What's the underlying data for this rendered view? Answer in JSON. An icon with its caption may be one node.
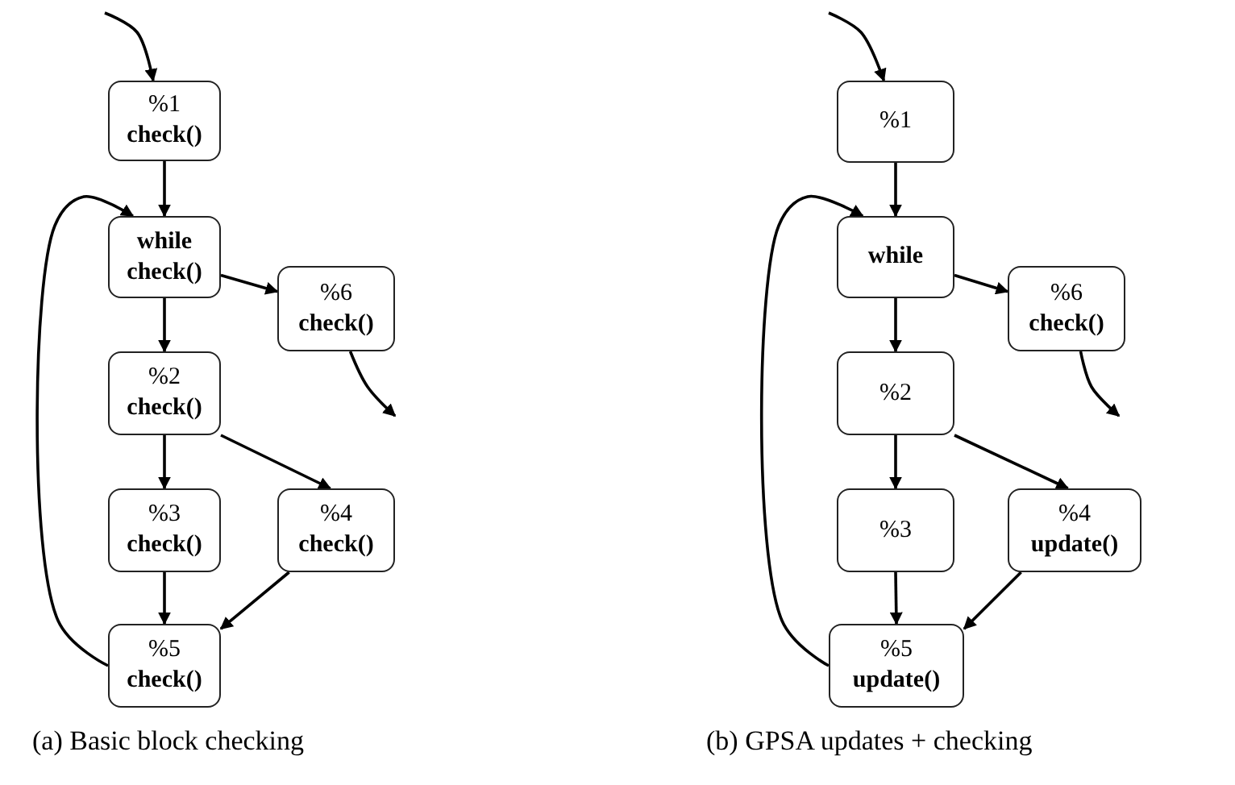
{
  "diagram": {
    "nodes": [
      {
        "text": [
          "%1 **check()**"
        ]
      },
      {
        "text": [
          "**while check()**"
        ]
      },
      {
        "text": [
          "%6 **check()**"
        ]
      },
      {
        "text": [
          "%2 **check()**"
        ]
      },
      {
        "text": [
          "%3 **check()**"
        ]
      },
      {
        "text": [
          "%4 **check()**"
        ]
      },
      {
        "text": [
          "%5 **check()**"
        ]
      },
      {
        "text": [
          "%1"
        ]
      },
      {
        "text": [
          "**while**"
        ]
      },
      {
        "text": [
          "%6 **check()**"
        ]
      },
      {
        "text": [
          "%2"
        ]
      },
      {
        "text": [
          "%3"
        ]
      },
      {
        "text": [
          "%4 **update()**"
        ]
      },
      {
        "text": [
          "%5 **update()**"
        ]
      }
    ],
    "edges": [
      {
        "from": null,
        "to": 0,
        "arrow": "to"
      },
      {
        "from": 0,
        "to": 1,
        "arrow": "to"
      },
      {
        "from": 1,
        "to": 2,
        "arrow": "to"
      },
      {
        "from": 1,
        "to": 3,
        "arrow": "to"
      },
      {
        "from": 2,
        "to": null,
        "arrow": "to"
      },
      {
        "from": 3,
        "to": 4,
        "arrow": "to"
      },
      {
        "from": 3,
        "to": 5,
        "arrow": "to"
      },
      {
        "from": 4,
        "to": 6,
        "arrow": "to"
      },
      {
        "from": 5,
        "to": 6,
        "arrow": "to"
      },
      {
        "from": 6,
        "to": 1,
        "arrow": "to"
      },
      {
        "from": null,
        "to": 7,
        "arrow": "to"
      },
      {
        "from": 7,
        "to": 8,
        "arrow": "to"
      },
      {
        "from": 8,
        "to": 9,
        "arrow": "to"
      },
      {
        "from": 8,
        "to": 10,
        "arrow": "to"
      },
      {
        "from": 9,
        "to": null,
        "arrow": "to"
      },
      {
        "from": 10,
        "to": 11,
        "arrow": "to"
      },
      {
        "from": 10,
        "to": 12,
        "arrow": "to"
      },
      {
        "from": 11,
        "to": 13,
        "arrow": "to"
      },
      {
        "from": 12,
        "to": 13,
        "arrow": "to"
      },
      {
        "from": 13,
        "to": 8,
        "arrow": "to"
      }
    ],
    "labels": [
      "(a) Basic block checking",
      "(b) GPSA updates + checking"
    ]
  }
}
